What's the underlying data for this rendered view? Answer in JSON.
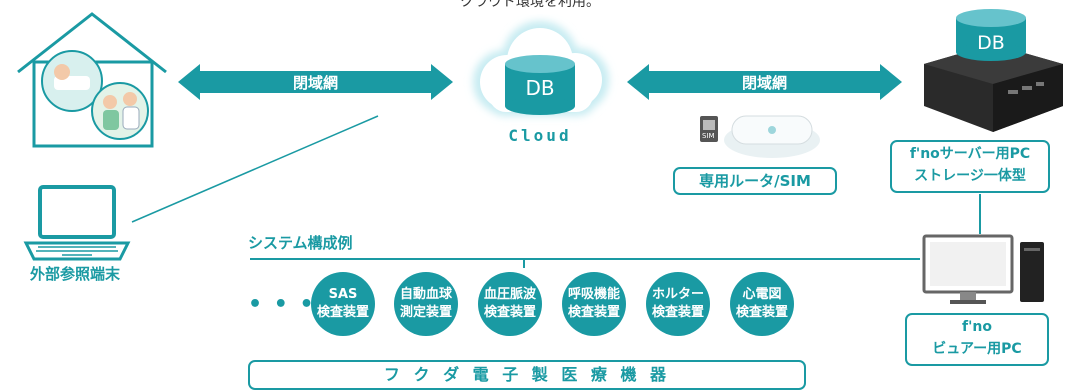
{
  "top_note": "クラウド環境を利用。",
  "arrow_left_label": "閉域網",
  "arrow_right_label": "閉域網",
  "cloud": {
    "db_label": "DB",
    "caption": "Cloud"
  },
  "server": {
    "db_label": "DB",
    "caption_lines": [
      "f'noサーバー用PC",
      "ストレージ一体型"
    ]
  },
  "router_label": "専用ルータ/SIM",
  "sim_text": "SIM",
  "external_terminal_label": "外部参照端末",
  "system_example_label": "システム構成例",
  "ellipsis": "• • •",
  "devices": [
    {
      "line1": "SAS",
      "line2": "検査装置"
    },
    {
      "line1": "自動血球",
      "line2": "測定装置"
    },
    {
      "line1": "血圧脈波",
      "line2": "検査装置"
    },
    {
      "line1": "呼吸機能",
      "line2": "検査装置"
    },
    {
      "line1": "ホルター",
      "line2": "検査装置"
    },
    {
      "line1": "心電図",
      "line2": "検査装置"
    }
  ],
  "viewer": {
    "caption_lines": [
      "f'no",
      "ビュアー用PC"
    ]
  },
  "brand": "フ ク ダ 電 子 製 医 療 機 器",
  "colors": {
    "accent": "#1a9aa3",
    "dark": "#222222"
  }
}
